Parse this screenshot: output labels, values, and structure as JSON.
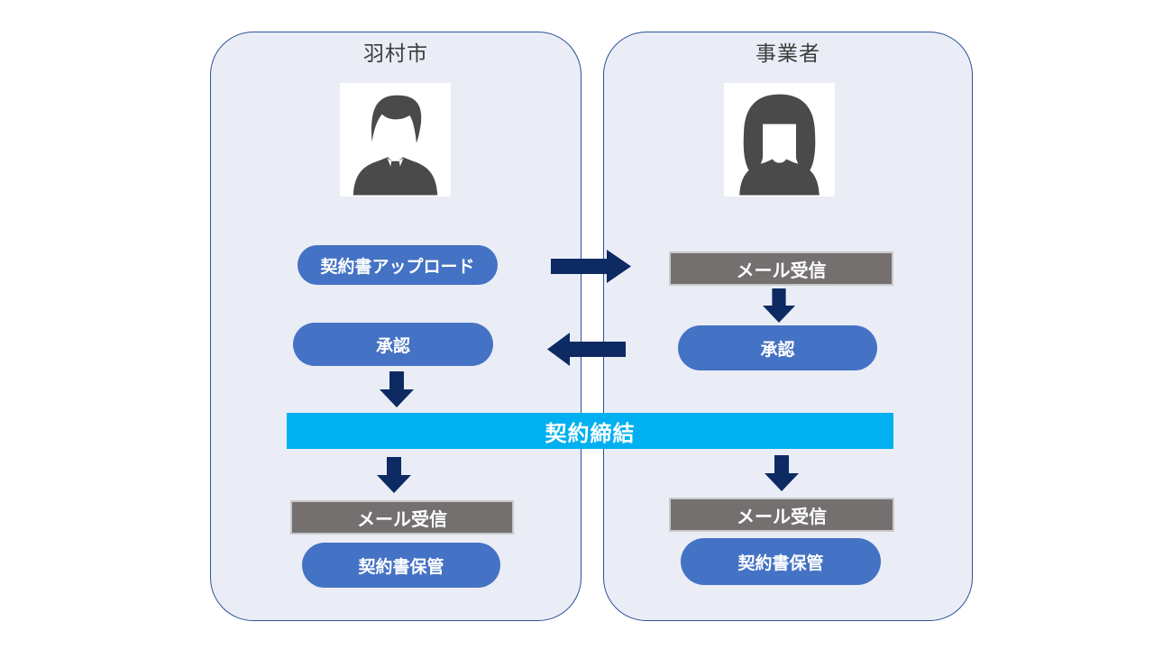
{
  "diagram_type": "flowchart",
  "colors": {
    "panel_fill": "#EAEDF6",
    "panel_border": "#2E5296",
    "pill_blue": "#4472C4",
    "arrow_navy": "#0D2A63",
    "banner_cyan": "#00B0F0",
    "box_gray": "#747070",
    "box_gray_border": "#C9C9C9",
    "title_text": "#3D3D3D",
    "step_text": "#FFFFFF",
    "avatar_silhouette": "#4A4A4A"
  },
  "left_panel": {
    "title": "羽村市",
    "avatar_icon": "male-person-icon",
    "steps": {
      "upload": "契約書アップロード",
      "approve": "承認",
      "mail": "メール受信",
      "store": "契約書保管"
    }
  },
  "right_panel": {
    "title": "事業者",
    "avatar_icon": "female-person-icon",
    "steps": {
      "mail_top": "メール受信",
      "approve": "承認",
      "mail_bottom": "メール受信",
      "store": "契約書保管"
    }
  },
  "banner": {
    "label": "契約締結"
  },
  "arrows": {
    "left_to_right": "upload to mail reception",
    "right_to_left": "approval back to city",
    "down": "next step"
  }
}
